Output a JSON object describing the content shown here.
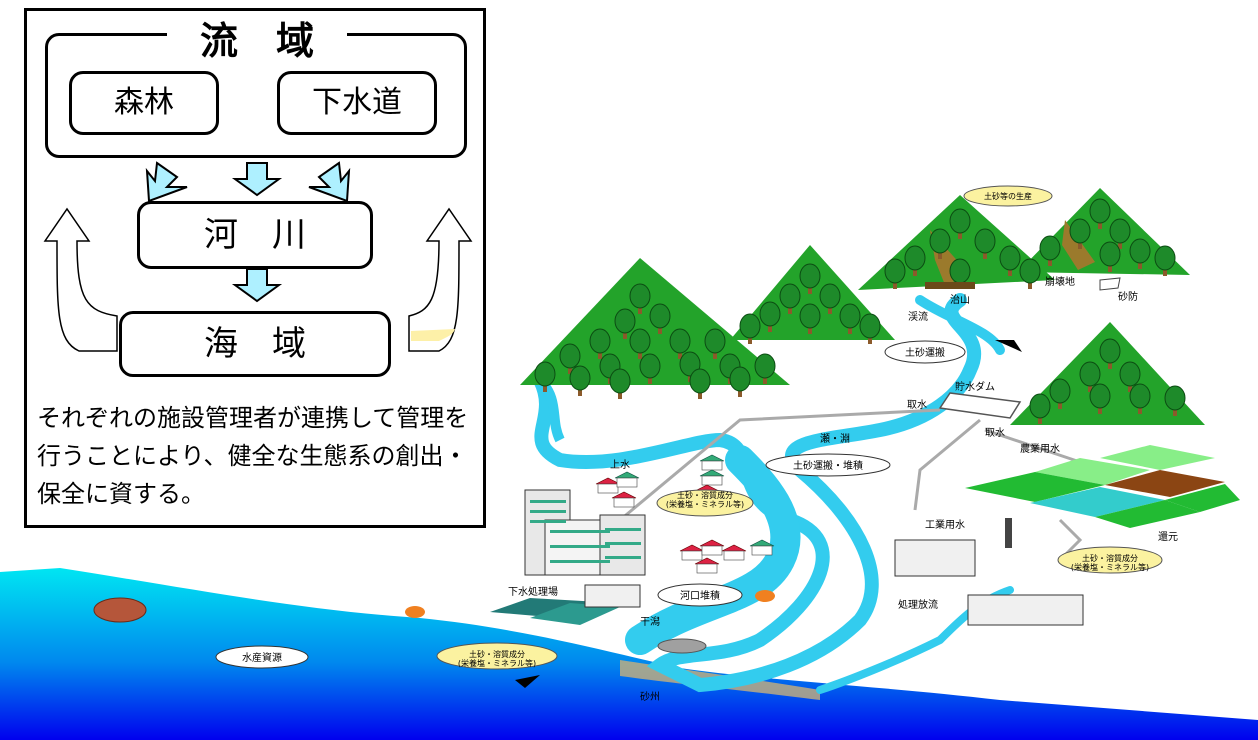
{
  "panel": {
    "basin_title": "流　域",
    "forest": "森林",
    "sewer": "下水道",
    "river": "河　川",
    "sea": "海　域",
    "description": "それぞれの施設管理者が連携して管理を行うことにより、健全な生態系の創出・保全に資する。"
  },
  "labels": {
    "sediment_production": "土砂等の生産",
    "chisan": "治山",
    "collapse_site": "崩壊地",
    "sabo": "砂防",
    "mountain_stream": "渓流",
    "sediment_transport": "土砂運搬",
    "reservoir_dam": "貯水ダム",
    "intake_1": "取水",
    "intake_2": "取水",
    "rapids_pools": "瀬・淵",
    "agri_water": "農業用水",
    "transport_deposition": "土砂運搬・堆積",
    "water_supply": "上水",
    "nutrients_city": "土砂・溶質成分\n(栄養塩・ミネラル等)",
    "industrial_water": "工業用水",
    "return_flow": "還元",
    "nutrients_field": "土砂・溶質成分\n(栄養塩・ミネラル等)",
    "sewage_plant": "下水処理場",
    "estuary_deposition": "河口堆積",
    "treated_discharge": "処理放流",
    "tidal_flat": "干潟",
    "fishery_resources": "水産資源",
    "nutrients_sea": "土砂・溶質成分\n(栄養塩・ミネラル等)",
    "sandbar": "砂州"
  },
  "colors": {
    "mountain": "#23a32a",
    "tree": "#1e8a2a",
    "river": "#33ccee",
    "sea_top": "#00e0f0",
    "sea_bottom": "#0000ee",
    "field_light": "#88ee88",
    "field_dark": "#22bb33",
    "field_brown": "#8b4513",
    "arrow_fill": "#aef0ff"
  }
}
